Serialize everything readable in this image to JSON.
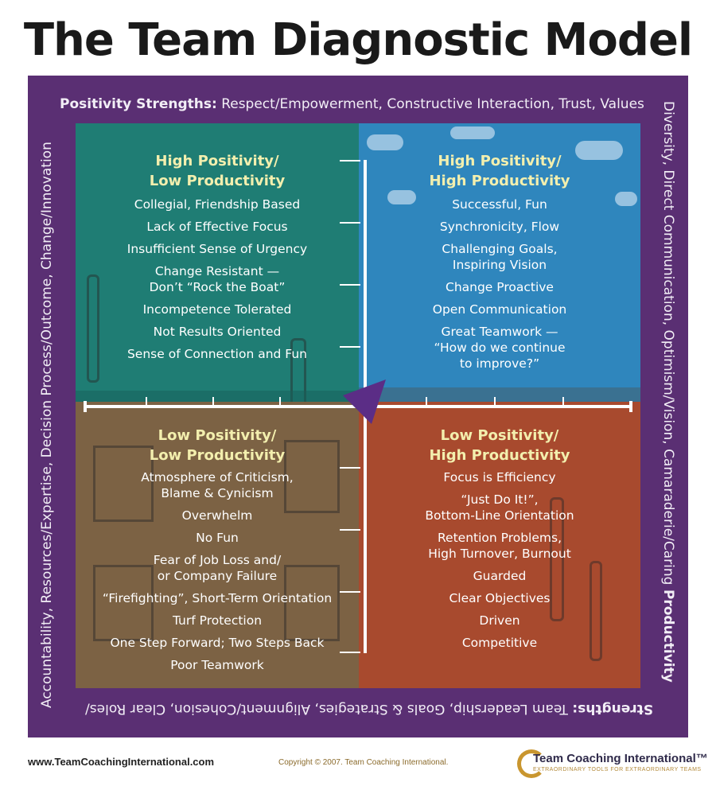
{
  "title": "The Team Diagnostic Model",
  "edges": {
    "top_label": "Positivity Strengths:",
    "top_text": "Respect/Empowerment, Constructive Interaction, Trust, Values",
    "right_text": "Diversity, Direct Communication, Optimism/Vision, Camaraderie/Caring",
    "right_label": "Productivity",
    "bottom_label": "Strengths:",
    "bottom_text": "Team Leadership, Goals & Strategies, Alignment/Cohesion, Clear Roles/",
    "left_text": "Accountability, Resources/Expertise, Decision Process/Outcome, Change/Innovation"
  },
  "quadrants": {
    "top_left": {
      "heading": [
        "High Positivity/",
        "Low Productivity"
      ],
      "items": [
        "Collegial, Friendship Based",
        "Lack of Effective Focus",
        "Insufficient Sense of Urgency",
        "Change Resistant —",
        "Don’t “Rock the Boat”",
        "Incompetence Tolerated",
        "Not Results Oriented",
        "Sense of Connection and Fun"
      ]
    },
    "top_right": {
      "heading": [
        "High Positivity/",
        "High Productivity"
      ],
      "items": [
        "Successful, Fun",
        "Synchronicity, Flow",
        "Challenging Goals,",
        "Inspiring Vision",
        "Change Proactive",
        "Open Communication",
        "Great Teamwork —",
        "“How do we continue",
        "to improve?”"
      ]
    },
    "bottom_left": {
      "heading": [
        "Low Positivity/",
        "Low Productivity"
      ],
      "items": [
        "Atmosphere of Criticism,",
        "Blame & Cynicism",
        "Overwhelm",
        "No Fun",
        "Fear of Job Loss and/",
        "or Company Failure",
        "“Firefighting”, Short-Term Orientation",
        "Turf Protection",
        "One Step Forward; Two Steps Back",
        "Poor Teamwork"
      ]
    },
    "bottom_right": {
      "heading": [
        "Low Positivity/",
        "High Productivity"
      ],
      "items": [
        "Focus is Efficiency",
        "“Just Do It!”,",
        "Bottom-Line Orientation",
        "Retention Problems,",
        "High Turnover, Burnout",
        "Guarded",
        "Clear Objectives",
        "Driven",
        "Competitive"
      ]
    }
  },
  "footer": {
    "url": "www.TeamCoachingInternational.com",
    "copyright": "Copyright © 2007. Team Coaching International.",
    "logo_name": "Team Coaching International™",
    "logo_tagline": "EXTRAORDINARY TOOLS FOR EXTRAORDINARY TEAMS"
  },
  "colors": {
    "frame": "#5a2f73",
    "top_left": "#1f7d74",
    "top_right": "#2f86bd",
    "bottom_left": "#7c6244",
    "bottom_right": "#a84a2e",
    "heading": "#f3efae",
    "arrow": "#5b2d86"
  }
}
